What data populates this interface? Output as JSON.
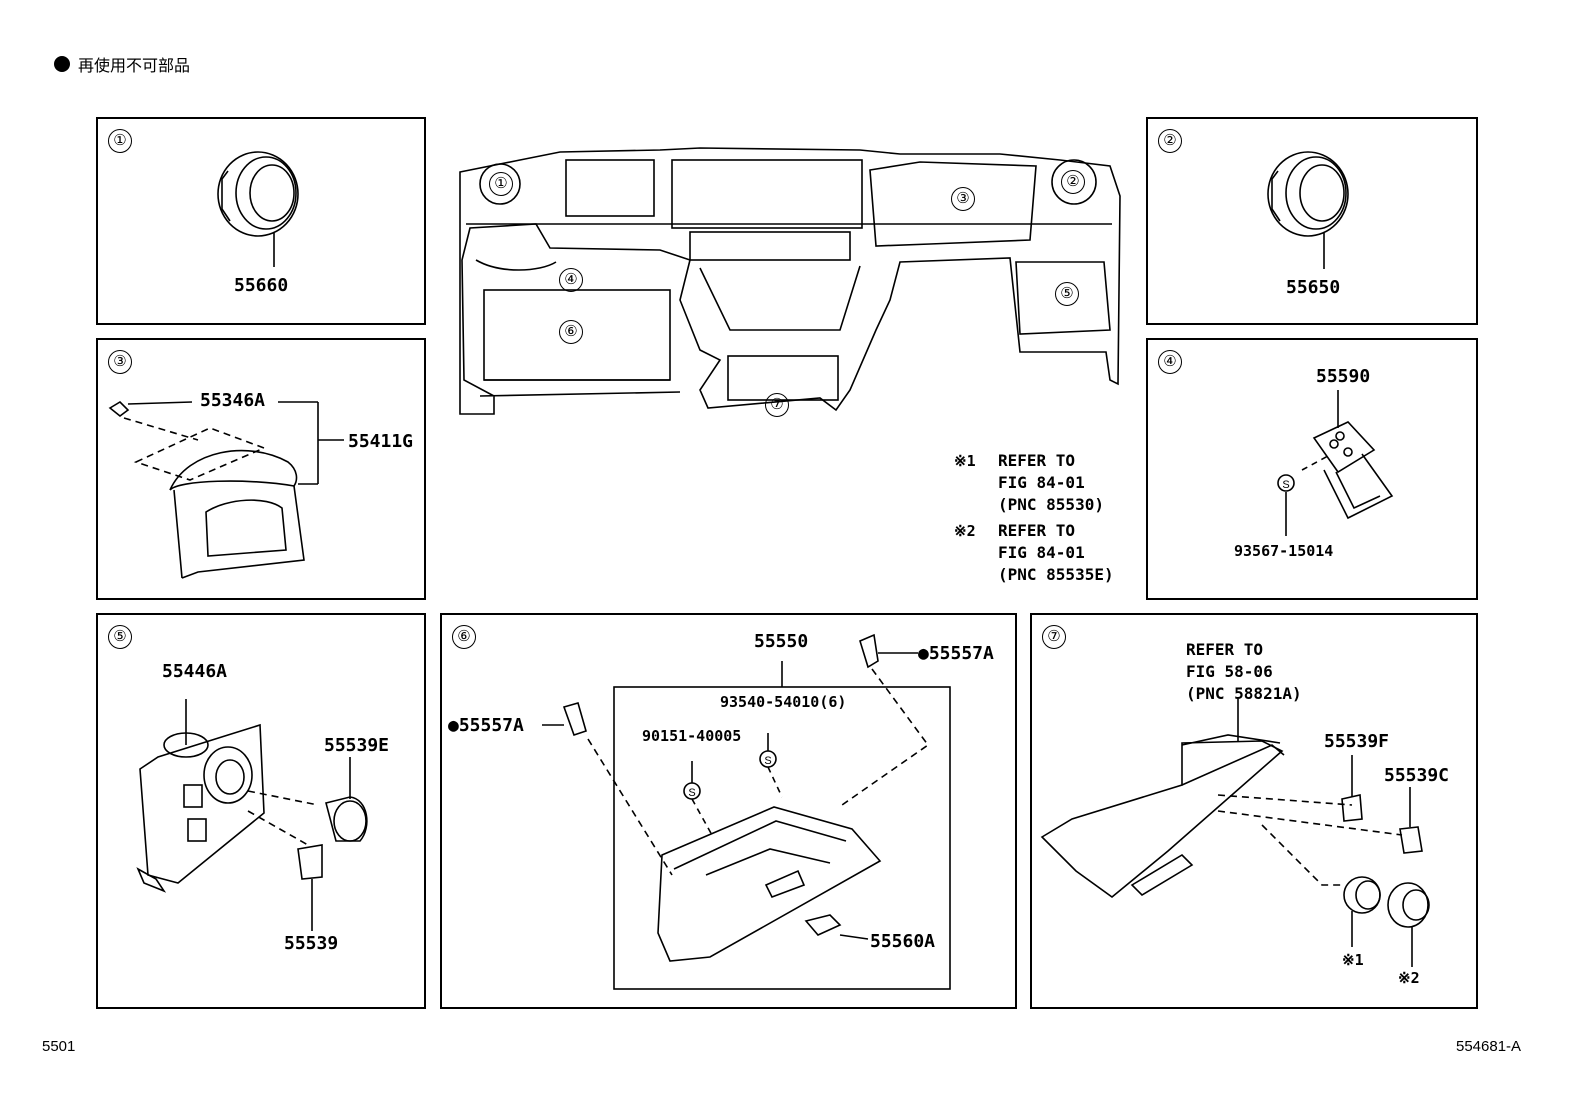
{
  "legend": {
    "marker": "●",
    "text": "再使用不可部品"
  },
  "callouts": {
    "c1": "①",
    "c2": "②",
    "c3": "③",
    "c4": "④",
    "c5": "⑤",
    "c6": "⑥",
    "c7": "⑦"
  },
  "panel1": {
    "part": "55660"
  },
  "panel2": {
    "part": "55650"
  },
  "panel3": {
    "part_a": "55346A",
    "part_b": "55411G"
  },
  "panel4": {
    "part_a": "55590",
    "part_b": "93567-15014",
    "symbol": "S"
  },
  "panel5": {
    "part_a": "55446A",
    "part_b": "55539E",
    "part_c": "55539"
  },
  "panel6": {
    "part_a": "55550",
    "part_b": "●55557A",
    "part_c": "●55557A",
    "part_d": "93540-54010(6)",
    "part_e": "90151-40005",
    "part_f": "55560A",
    "symbol": "S"
  },
  "panel7": {
    "refer": "REFER TO\nFIG 58-06\n(PNC 58821A)",
    "part_a": "55539F",
    "part_b": "55539C",
    "mark1": "※1",
    "mark2": "※2"
  },
  "notes": {
    "n1_mark": "※1",
    "n1_text": "REFER TO\nFIG 84-01\n(PNC 85530)",
    "n2_mark": "※2",
    "n2_text": "REFER TO\nFIG 84-01\n(PNC 85535E)"
  },
  "footer": {
    "left": "5501",
    "right": "554681-A"
  }
}
